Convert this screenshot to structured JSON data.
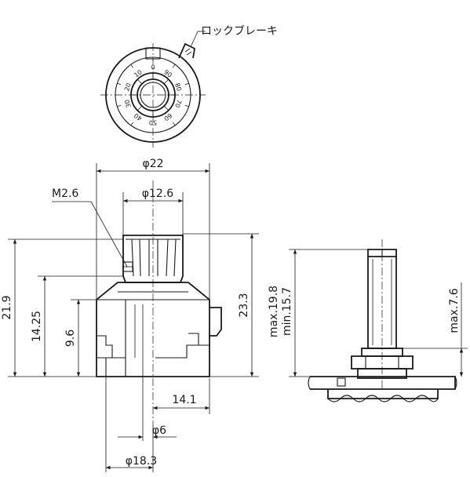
{
  "top_view": {
    "lock_brake_label": "ロックブレーキ",
    "scale_marks": [
      "0",
      "10",
      "20",
      "30",
      "40",
      "50",
      "60",
      "70",
      "80",
      "90"
    ]
  },
  "front_view": {
    "dia_overall": "φ22",
    "dia_knob": "φ12.6",
    "screw_label": "M2.6",
    "height_total": "23.3",
    "height_left": "21.9",
    "height_1425": "14.25",
    "height_96": "9.6",
    "width_141": "14.1",
    "dia_shaft": "φ6",
    "dia_base": "φ18.3"
  },
  "side_view": {
    "max_height": "max.19.8",
    "min_height": "min.15.7",
    "max_thread": "max.7.6"
  }
}
